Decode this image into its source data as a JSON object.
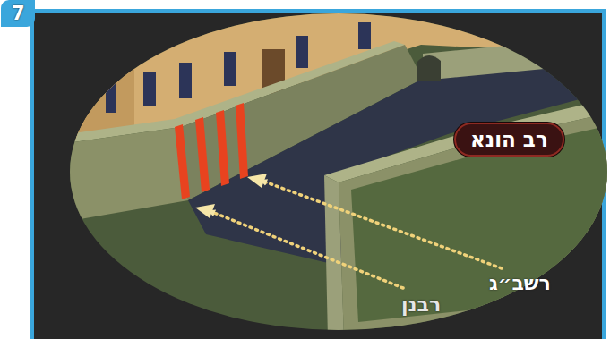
{
  "diagram": {
    "nodes": [
      {
        "text": [
          "רב הונא"
        ]
      }
    ],
    "labels": [
      "7",
      "רשב״ג",
      "רבנן"
    ]
  }
}
